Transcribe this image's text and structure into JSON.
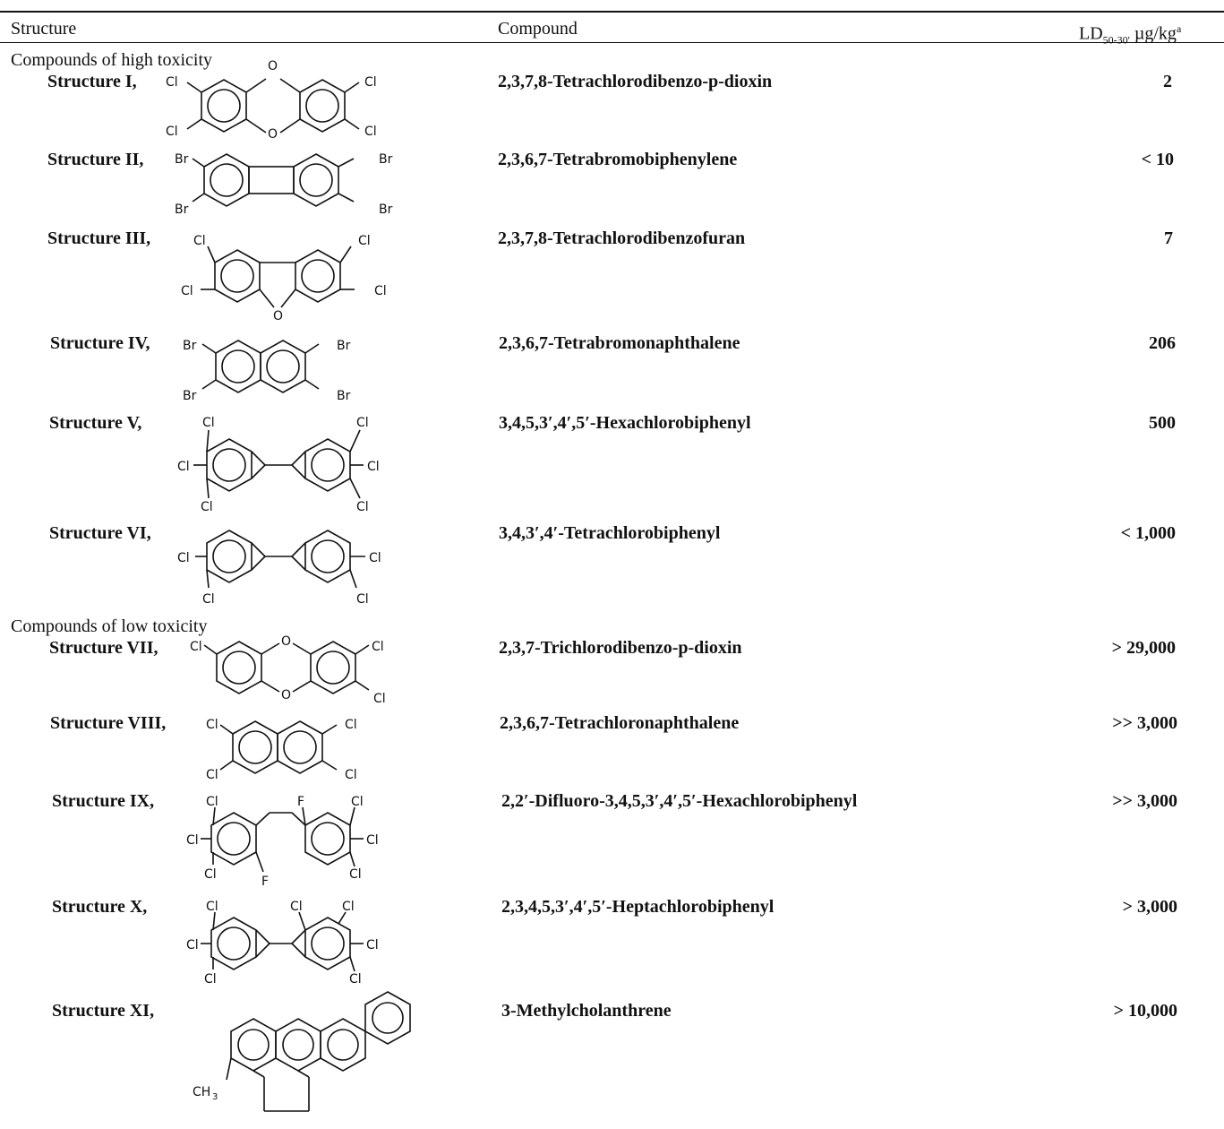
{
  "header": {
    "col_structure": "Structure",
    "col_compound": "Compound",
    "col_ld50_main": "LD",
    "col_ld50_sub": "50-30'",
    "col_ld50_unit": " µg/kg",
    "col_ld50_sup": "a"
  },
  "sections": {
    "high": "Compounds of high toxicity",
    "low": "Compounds of low toxicity"
  },
  "rows": [
    {
      "label": "Structure I,",
      "compound": "2,3,7,8-Tetrachlorodibenzo-p-dioxin",
      "ld50": "2"
    },
    {
      "label": "Structure II,",
      "compound": "2,3,6,7-Tetrabromobiphenylene",
      "ld50": "< 10"
    },
    {
      "label": "Structure III,",
      "compound": "2,3,7,8-Tetrachlorodibenzofuran",
      "ld50": "7"
    },
    {
      "label": "Structure IV,",
      "compound": "2,3,6,7-Tetrabromonaphthalene",
      "ld50": "206"
    },
    {
      "label": "Structure V,",
      "compound": "3,4,5,3′,4′,5′-Hexachlorobiphenyl",
      "ld50": "500"
    },
    {
      "label": "Structure VI,",
      "compound": "3,4,3′,4′-Tetrachlorobiphenyl",
      "ld50": "< 1,000"
    },
    {
      "label": "Structure VII,",
      "compound": "2,3,7-Trichlorodibenzo-p-dioxin",
      "ld50": "> 29,000"
    },
    {
      "label": "Structure VIII,",
      "compound": "2,3,6,7-Tetrachloronaphthalene",
      "ld50": ">> 3,000"
    },
    {
      "label": "Structure IX,",
      "compound": "2,2′-Difluoro-3,4,5,3′,4′,5′-Hexachlorobiphenyl",
      "ld50": ">> 3,000"
    },
    {
      "label": "Structure X,",
      "compound": "2,3,4,5,3′,4′,5′-Heptachlorobiphenyl",
      "ld50": "> 3,000"
    },
    {
      "label": "Structure XI,",
      "compound": "3-Methylcholanthrene",
      "ld50": "> 10,000"
    }
  ],
  "atoms": {
    "cl": "Cl",
    "br": "Br",
    "o": "O",
    "f": "F",
    "ch3": "CH",
    "ch3_sub": "3"
  }
}
